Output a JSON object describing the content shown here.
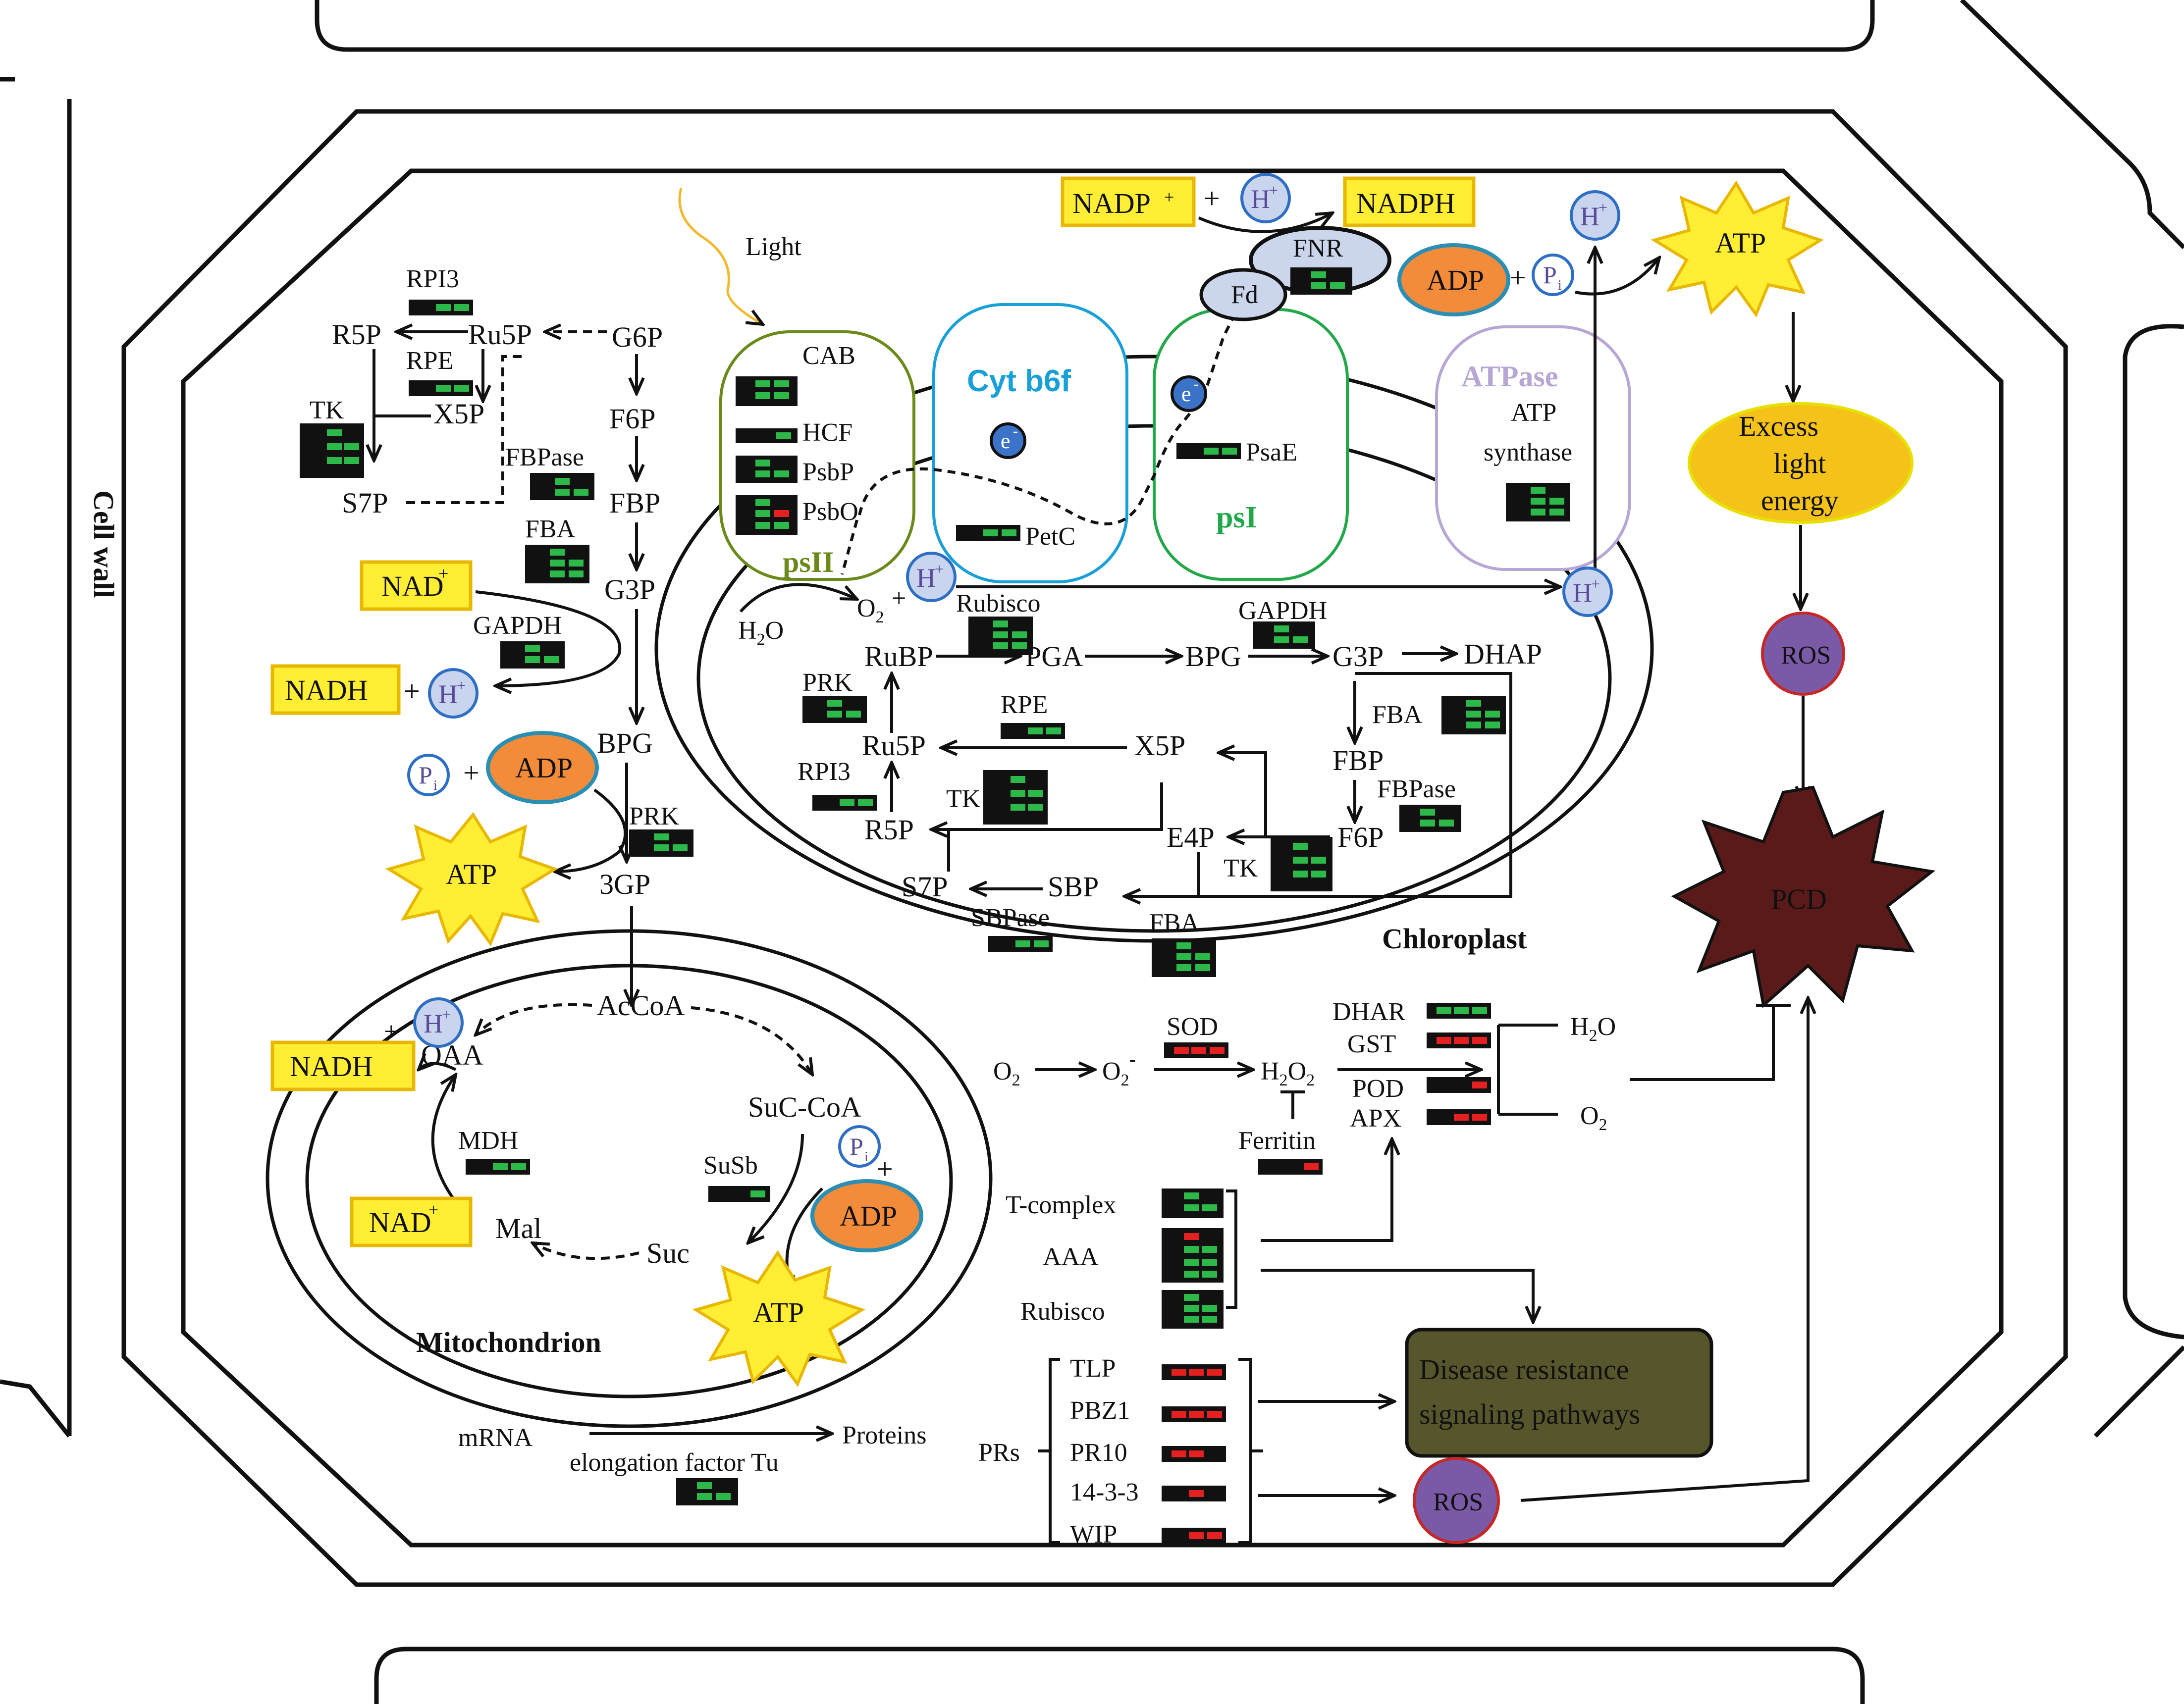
{
  "colors": {
    "up": "#2db84a",
    "down": "#e52020",
    "box": "#111111",
    "yellow_box": "#ffee33",
    "yellow_border": "#e8b800",
    "adp": "#f28c3a",
    "adp_border": "#2a8fb5",
    "hplus": "#c9d4ef",
    "hplus_border": "#2e6fc4",
    "ros": "#7a5aa6",
    "ros_border": "#c62828",
    "pcd": "#5a1a1a",
    "disease_box": "#57552b",
    "psii": "#6b8a1a",
    "cytb6f": "#1aa0d8",
    "psi": "#22a84a",
    "atpase": "#b8a6d4",
    "light": "#f2b92c",
    "energy": "#f5c21a",
    "electron": "#3b73c8"
  },
  "labels": {
    "cell_wall": "Cell wall",
    "chloroplast": "Chloroplast",
    "mitochondrion": "Mitochondrion",
    "light": "Light",
    "cab": "CAB",
    "hcf": "HCF",
    "psbp": "PsbP",
    "psbo": "PsbO",
    "psii": "psII",
    "cyt_b6f": "Cyt b6f",
    "petc": "PetC",
    "psae": "PsaE",
    "psi": "psI",
    "atpase": "ATPase",
    "atp_synthase_1": "ATP",
    "atp_synthase_2": "synthase",
    "fnr": "FNR",
    "fd": "Fd",
    "e_minus": "e",
    "e_sup": "-",
    "h_plus": "H",
    "plus_sup": "+",
    "plus": "+",
    "nadp": "NADP",
    "nadph": "NADPH",
    "nad": "NAD",
    "nadh": "NADH",
    "adp": "ADP",
    "atp": "ATP",
    "pi": "P",
    "pi_sub": "i",
    "excess_1": "Excess",
    "excess_2": "light",
    "excess_3": "energy",
    "ros": "ROS",
    "pcd": "PCD",
    "rpi3": "RPI3",
    "r5p": "R5P",
    "ru5p": "Ru5P",
    "g6p": "G6P",
    "rpe": "RPE",
    "tk": "TK",
    "x5p": "X5P",
    "f6p": "F6P",
    "fbpase": "FBPase",
    "s7p": "S7P",
    "fbp": "FBP",
    "fba": "FBA",
    "g3p": "G3P",
    "gapdh": "GAPDH",
    "bpg": "BPG",
    "prk": "PRK",
    "3gp": "3GP",
    "h2o": "H",
    "o2": "O",
    "sub2": "2",
    "o_end": "O",
    "rubisco": "Rubisco",
    "rubp": "RuBP",
    "pga": "PGA",
    "dhap": "DHAP",
    "e4p": "E4P",
    "sbp": "SBP",
    "sbpase": "SBPase",
    "acCoA": "AcCoA",
    "oaa": "OAA",
    "sucCoA": "SuC-CoA",
    "mdh": "MDH",
    "susb": "SuSb",
    "mal": "Mal",
    "suc": "Suc",
    "sod": "SOD",
    "dhar": "DHAR",
    "gst": "GST",
    "pod": "POD",
    "apx": "APX",
    "ferritin": "Ferritin",
    "tcomplex": "T-complex",
    "aaa": "AAA",
    "disease_1": "Disease resistance",
    "disease_2": "signaling pathways",
    "tlp": "TLP",
    "pbz1": "PBZ1",
    "pr10": "PR10",
    "p1433": "14-3-3",
    "wip": "WIP",
    "prs": "PRs",
    "mrna": "mRNA",
    "proteins": "Proteins",
    "eftu": "elongation factor Tu"
  }
}
